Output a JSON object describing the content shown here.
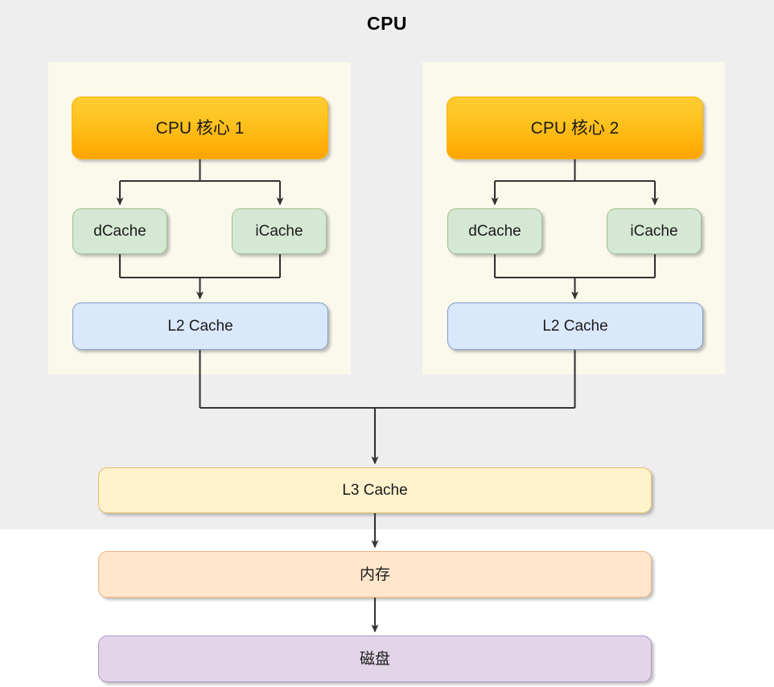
{
  "diagram": {
    "title": "CPU",
    "background_color": "#eeeeee",
    "page_background": "#ffffff",
    "group_background": "#fbf8ec",
    "line_color": "#333333"
  },
  "cores": [
    {
      "label": "CPU 核心 1",
      "color": "#ffb200",
      "l1": [
        {
          "label": "dCache",
          "color": "#d5e8d4"
        },
        {
          "label": "iCache",
          "color": "#d5e8d4"
        }
      ],
      "l2": {
        "label": "L2 Cache",
        "color": "#dae8fc"
      }
    },
    {
      "label": "CPU 核心 2",
      "color": "#ffb200",
      "l1": [
        {
          "label": "dCache",
          "color": "#d5e8d4"
        },
        {
          "label": "iCache",
          "color": "#d5e8d4"
        }
      ],
      "l2": {
        "label": "L2 Cache",
        "color": "#dae8fc"
      }
    }
  ],
  "shared": [
    {
      "label": "L3 Cache",
      "color": "#fff2cc"
    },
    {
      "label": "内存",
      "color": "#ffe6cc"
    },
    {
      "label": "磁盘",
      "color": "#e1d5e7"
    }
  ]
}
